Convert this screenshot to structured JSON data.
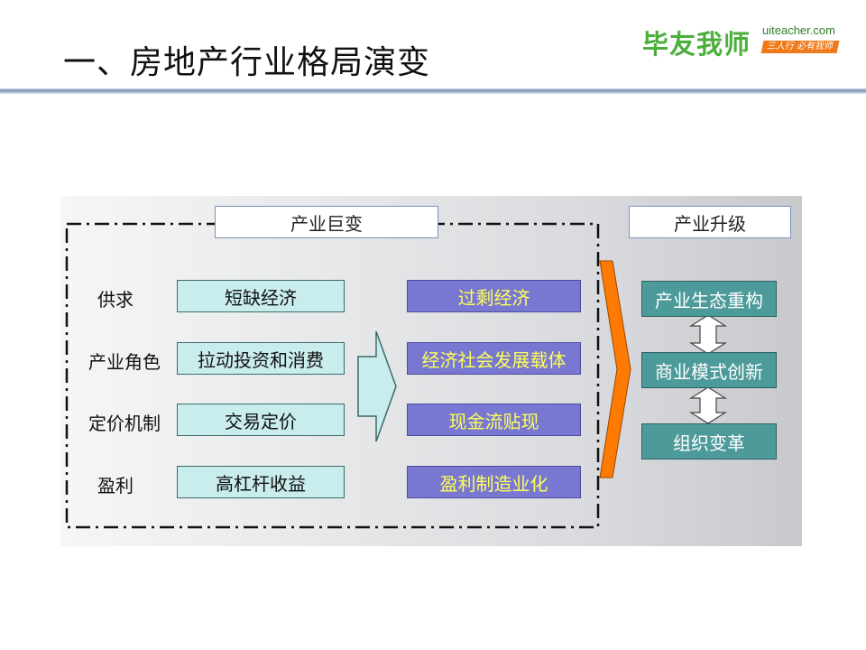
{
  "slide": {
    "title": "一、房地产行业格局演变"
  },
  "logo": {
    "name": "毕友我师",
    "domain": "uiteacher.com",
    "slogan": "三人行 必有我师"
  },
  "diagram": {
    "section_change": "产业巨变",
    "section_upgrade": "产业升级",
    "rows": [
      {
        "label": "供求",
        "from": "短缺经济",
        "to": "过剩经济"
      },
      {
        "label": "产业角色",
        "from": "拉动投资和消费",
        "to": "经济社会发展载体"
      },
      {
        "label": "定价机制",
        "from": "交易定价",
        "to": "现金流贴现"
      },
      {
        "label": "盈利",
        "from": "高杠杆收益",
        "to": "盈利制造业化"
      }
    ],
    "upgrades": [
      "产业生态重构",
      "商业模式创新",
      "组织变革"
    ],
    "colors": {
      "source_fill": "#c9ecec",
      "target_fill": "#7878d2",
      "target_text": "#ffff55",
      "result_fill": "#4d9a9a",
      "chevron": "#ff7a00"
    }
  }
}
